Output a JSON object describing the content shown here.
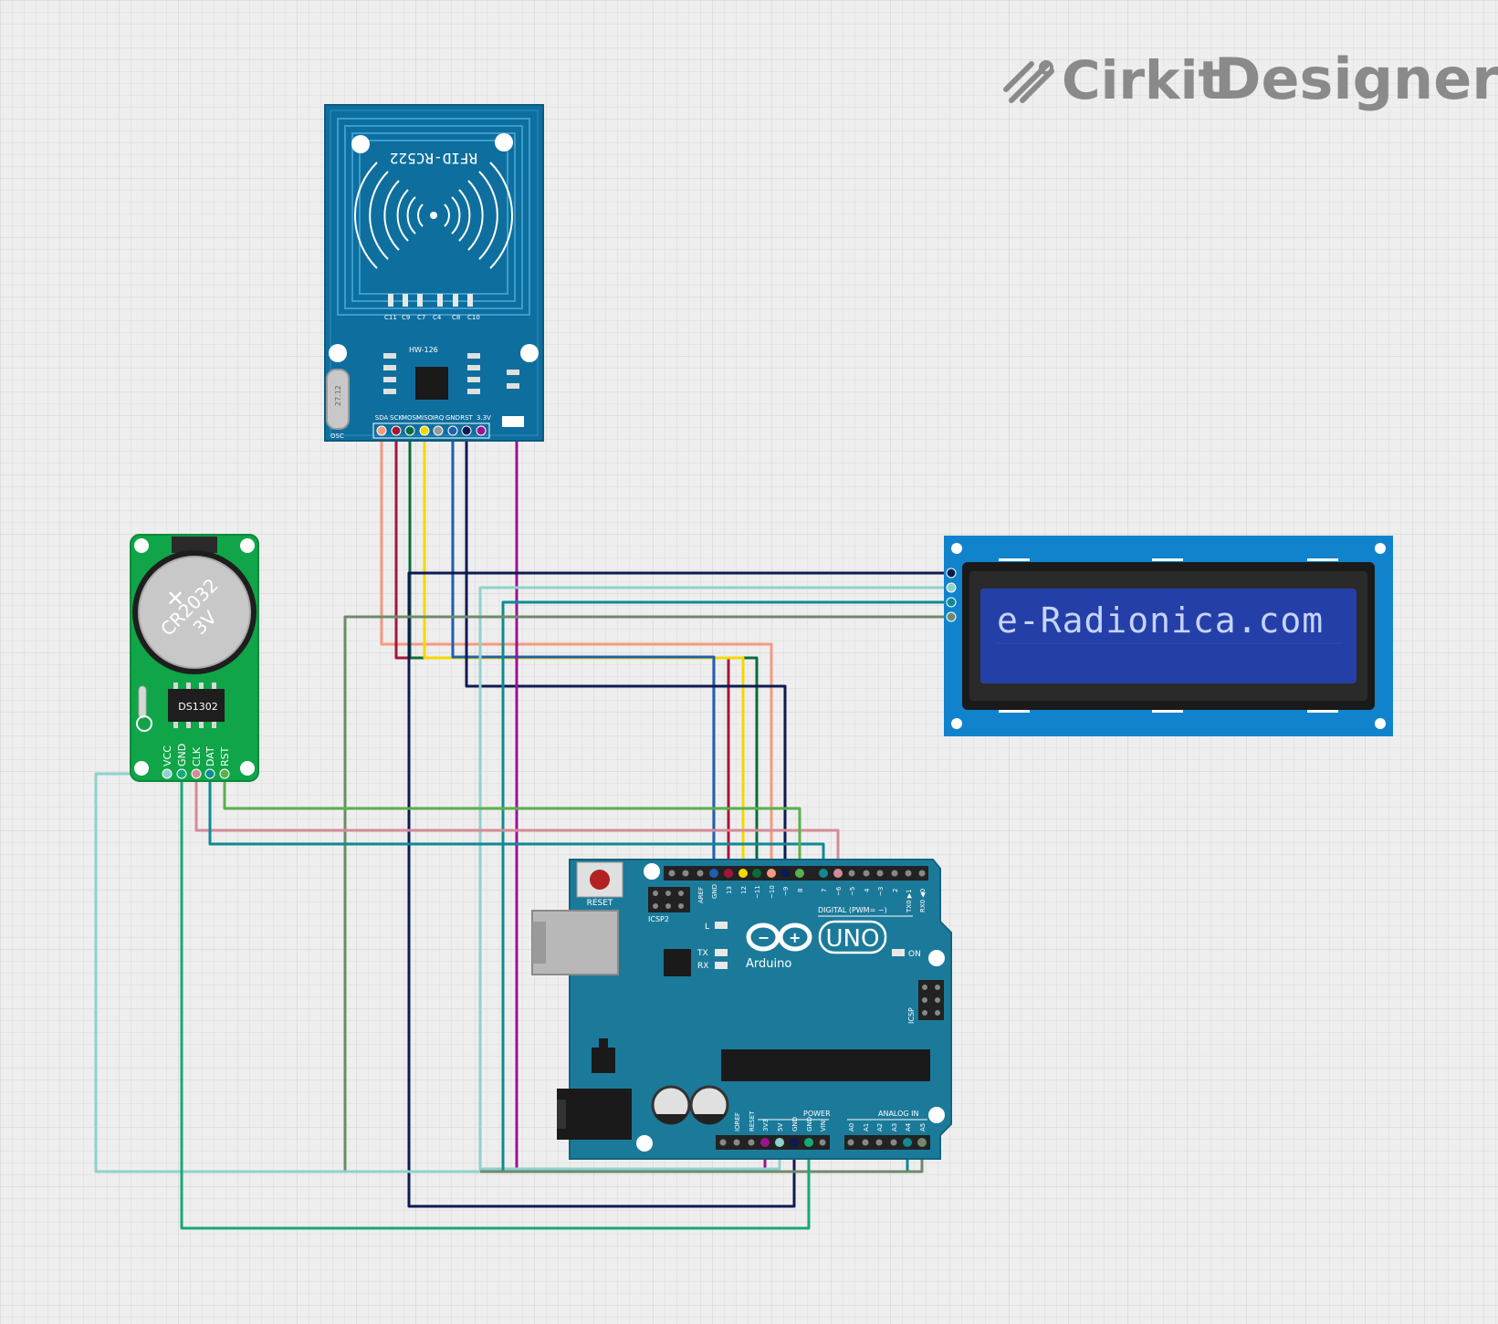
{
  "brand": {
    "name_light": "Cirkit",
    "name_bold": "Designer",
    "color": "#8a8a8a"
  },
  "rfid": {
    "title": "RFID-RC522",
    "model": "HW-126",
    "crystal": "27.12",
    "osc": "OSC",
    "cap_labels": [
      "C11",
      "C9",
      "C7",
      "C4",
      "C8",
      "C10"
    ],
    "pins": [
      "SDA",
      "SCK",
      "MOSI",
      "MISO",
      "IRQ",
      "GND",
      "RST",
      "3.3V"
    ],
    "color": "#0e6f9e"
  },
  "rtc": {
    "battery_line1": "CR2032",
    "battery_line2": "3V",
    "chip": "DS1302",
    "pins": [
      "VCC",
      "GND",
      "CLK",
      "DAT",
      "RST"
    ],
    "color": "#0fa548"
  },
  "lcd": {
    "text": "e-Radionica.com",
    "color": "#1183cc",
    "screen_color": "#2440a8"
  },
  "arduino": {
    "brand": "Arduino",
    "model": "UNO",
    "reset": "RESET",
    "icsp2": "ICSP2",
    "icsp": "ICSP",
    "led_l": "L",
    "led_tx": "TX",
    "led_rx": "RX",
    "led_on": "ON",
    "digital_label": "DIGITAL (PWM= ~)",
    "power_label": "POWER",
    "analog_label": "ANALOG IN",
    "digital_pins": [
      "AREF",
      "GND",
      "13",
      "12",
      "~11",
      "~10",
      "~9",
      "8",
      "7",
      "~6",
      "~5",
      "4",
      "~3",
      "2",
      "TX0 ▶1",
      "RX0 ◀0"
    ],
    "power_pins": [
      "IOREF",
      "RESET",
      "3V3",
      "5V",
      "GND",
      "GND",
      "VIN"
    ],
    "analog_pins": [
      "A0",
      "A1",
      "A2",
      "A3",
      "A4",
      "A5"
    ],
    "color": "#1b7a9a"
  },
  "wire_colors": {
    "salmon": "#f49a80",
    "crimson": "#a3163a",
    "darkgreen": "#0b6b3a",
    "yellow": "#f5d800",
    "blue": "#1f5fb0",
    "navy": "#0e1a52",
    "purple": "#9b1290",
    "lightteal": "#8fd1cc",
    "teal": "#0f8a96",
    "sage": "#6e8a6a",
    "green": "#5ab04c",
    "pink": "#d48a98",
    "seagreen": "#18a878"
  }
}
